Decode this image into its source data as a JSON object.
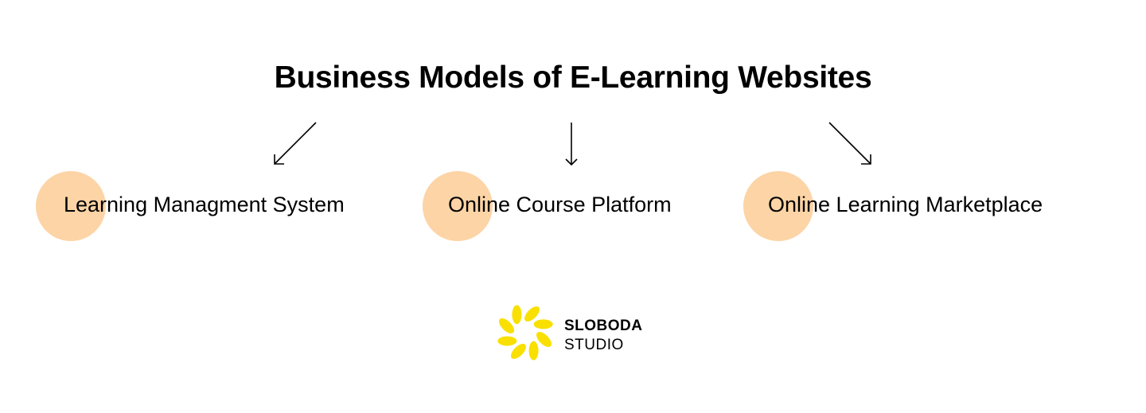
{
  "title": "Business Models of E-Learning Websites",
  "models": [
    {
      "label": "Learning Managment System"
    },
    {
      "label": "Online Course Platform"
    },
    {
      "label": "Online Learning Marketplace"
    }
  ],
  "logo": {
    "line1": "SLOBODA",
    "line2": "STUDIO"
  },
  "colors": {
    "circle": "#fdd4a6",
    "logo_petal": "#f9e000"
  }
}
